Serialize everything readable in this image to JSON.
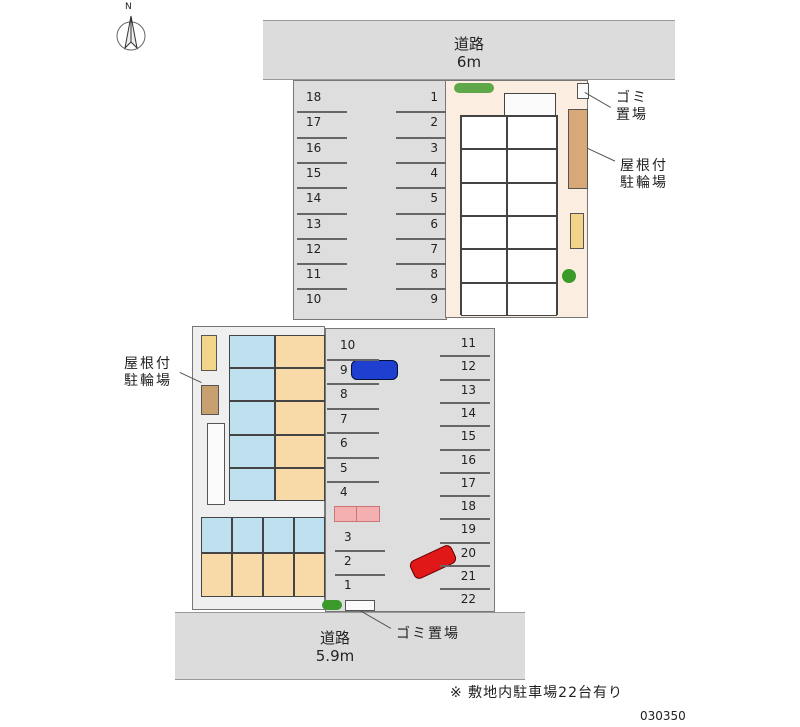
{
  "compass": {
    "label": "N"
  },
  "road_top": {
    "name": "道路",
    "width": "6m"
  },
  "road_bottom": {
    "name": "道路",
    "width": "5.9m"
  },
  "labels": {
    "garbage_top": [
      "ゴミ",
      "置場"
    ],
    "bike_top": [
      "屋根付",
      "駐輪場"
    ],
    "bike_left": [
      "屋根付",
      "駐輪場"
    ],
    "garbage_bottom": "ゴミ置場"
  },
  "parking_top_left": [
    "18",
    "17",
    "16",
    "15",
    "14",
    "13",
    "12",
    "11",
    "10"
  ],
  "parking_top_right": [
    "1",
    "2",
    "3",
    "4",
    "5",
    "6",
    "7",
    "8",
    "9"
  ],
  "parking_bottom_left": [
    "10",
    "9",
    "8",
    "7",
    "6",
    "5",
    "4"
  ],
  "parking_bottom_left_lower": [
    "3",
    "2",
    "1"
  ],
  "parking_bottom_right": [
    "11",
    "12",
    "13",
    "14",
    "15",
    "16",
    "17",
    "18",
    "19",
    "20",
    "21",
    "22"
  ],
  "footer": {
    "note": "※ 敷地内駐車場22台有り",
    "code": "030350"
  },
  "colors": {
    "car_blue": "#1f3fd0",
    "car_red": "#e01818",
    "unit_peach": "#f8d9a8",
    "unit_blue": "#bfe0ee"
  }
}
